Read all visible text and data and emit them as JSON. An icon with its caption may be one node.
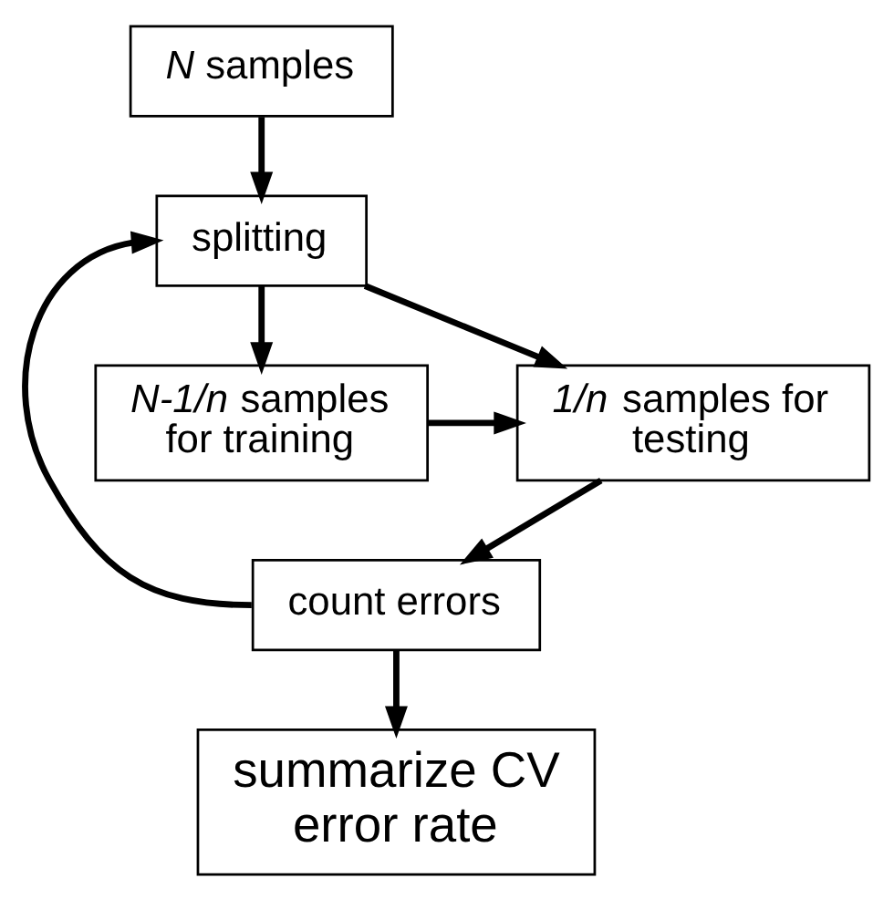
{
  "diagram": {
    "nodes": [
      {
        "text": [
          "*N* samples"
        ]
      },
      {
        "text": [
          "splitting"
        ]
      },
      {
        "text": [
          "*1/n* samples for testing"
        ]
      },
      {
        "text": [
          "*N-1/n* samples for training"
        ]
      },
      {
        "text": [
          "count errors"
        ]
      },
      {
        "text": [
          "summarize CV error rate"
        ]
      }
    ],
    "edges": [
      {
        "from": 0,
        "to": 1,
        "arrow": "to"
      },
      {
        "from": 1,
        "to": 2,
        "arrow": "to"
      },
      {
        "from": 1,
        "to": 3,
        "arrow": "to"
      },
      {
        "from": 3,
        "to": 2,
        "arrow": "to"
      },
      {
        "from": 2,
        "to": 4,
        "arrow": "to"
      },
      {
        "from": 4,
        "to": 1,
        "arrow": "to"
      },
      {
        "from": 4,
        "to": 5,
        "arrow": "to"
      }
    ]
  }
}
